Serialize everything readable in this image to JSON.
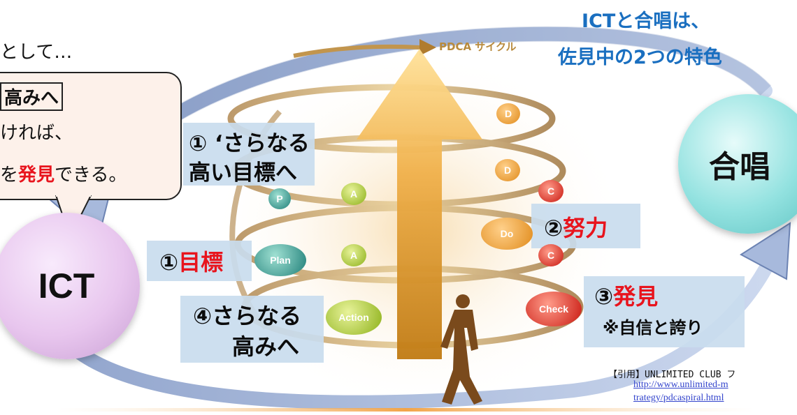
{
  "slide": {
    "partial_heading": "として…",
    "callout": {
      "line1": "高みへ",
      "line2": "ければ、",
      "line3_pre": "を",
      "line3_red": "発見",
      "line3_post": "できる。"
    },
    "title": {
      "line1": "ICTと合唱は、",
      "line2": "佐見中の2つの特色"
    },
    "cycle_label": "PDCA サイクル",
    "steps": {
      "s1b_line1": "① ‘さらなる",
      "s1b_line2": "高い目標へ",
      "s1_num": "①",
      "s1_red": "目標",
      "s2_num": "②",
      "s2_red": "努力",
      "s3_num": "③",
      "s3_red": "発見",
      "s3_sub": "※自信と誇り",
      "s4_line1": "④さらなる",
      "s4_line2": "高みへ"
    },
    "bubbles": {
      "ict": "ICT",
      "gassho": "合唱"
    },
    "pills": {
      "d_top": "D",
      "d_mid": "D",
      "c_top": "C",
      "c_mid": "C",
      "p": "P",
      "a_top": "A",
      "a_mid": "A",
      "plan": "Plan",
      "do": "Do",
      "check": "Check",
      "action": "Action"
    },
    "citation": {
      "text": "【引用】UNLIMITED CLUB フ",
      "url1": "http://www.unlimited-m",
      "url2": "trategy/pdcaspiral.html"
    },
    "colors": {
      "title_blue": "#1a6fc0",
      "red": "#e8141d",
      "label_bg": "#c9dcee",
      "ict_bubble": "#e8c6ee",
      "gassho_bubble": "#93e2e0"
    }
  }
}
